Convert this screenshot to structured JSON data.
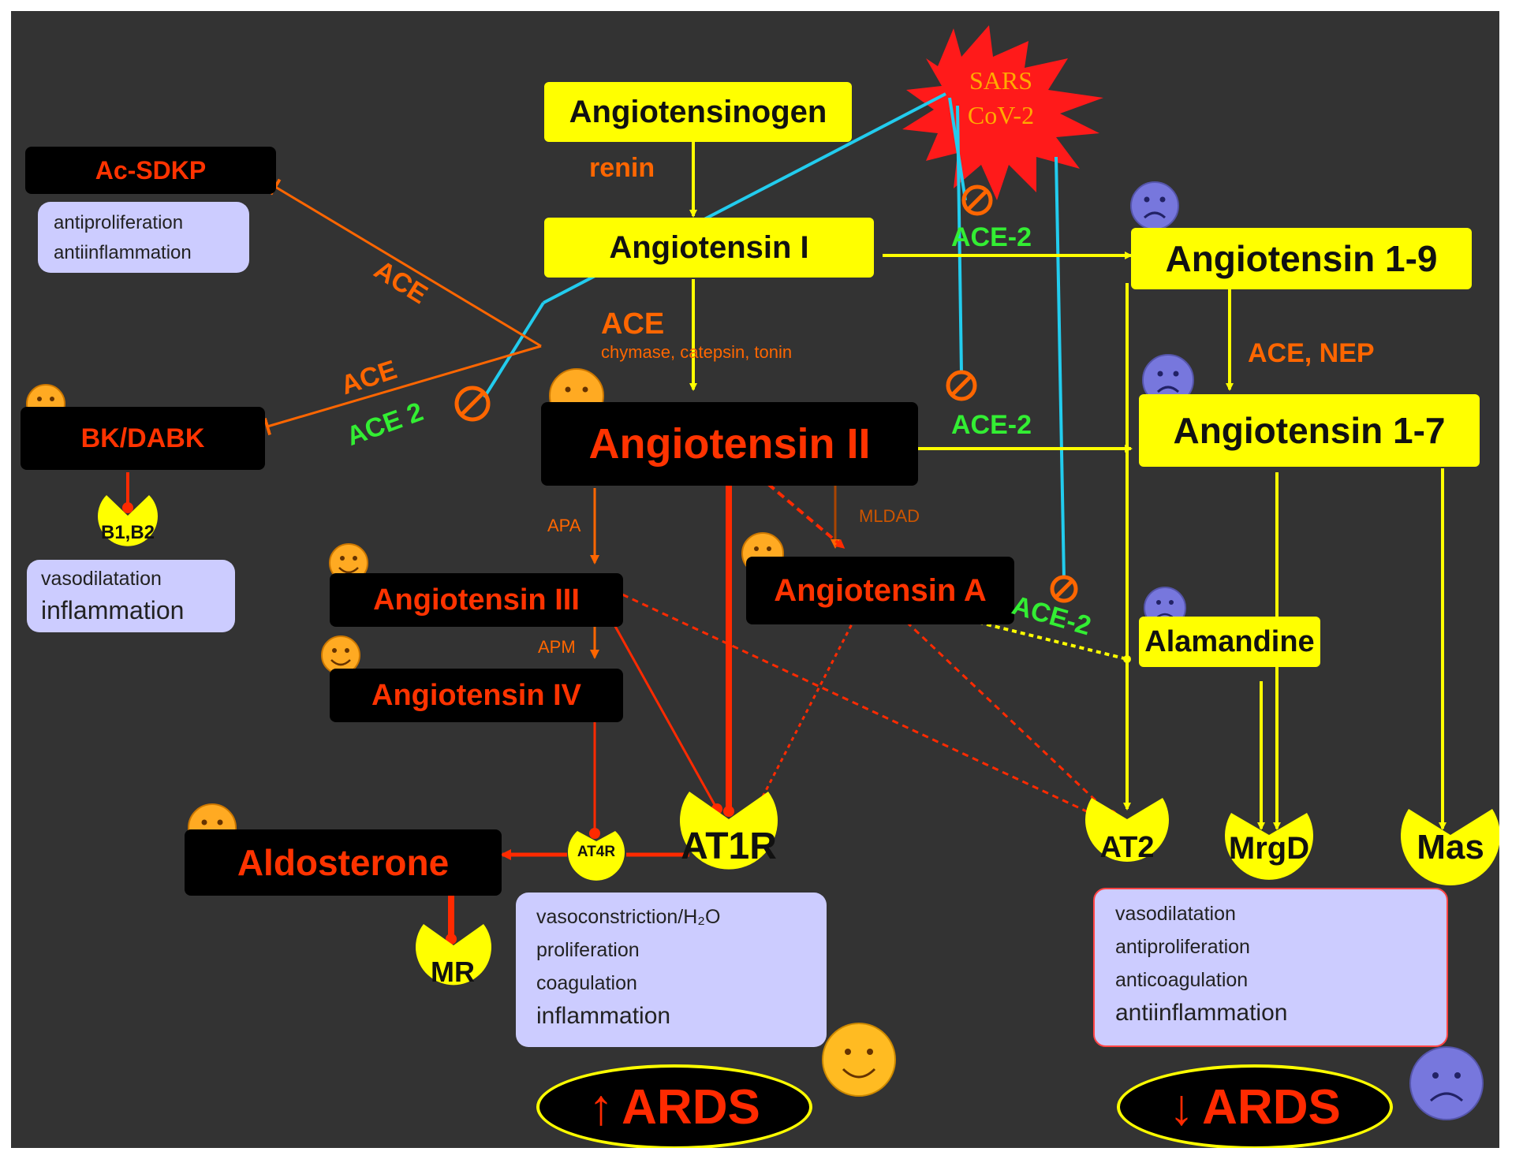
{
  "nodes": {
    "angiotensinogen": "Angiotensinogen",
    "angiotensin_i": "Angiotensin I",
    "angiotensin_ii": "Angiotensin II",
    "angiotensin_iii": "Angiotensin III",
    "angiotensin_iv": "Angiotensin IV",
    "angiotensin_a": "Angiotensin A",
    "angiotensin_1_9": "Angiotensin 1-9",
    "angiotensin_1_7": "Angiotensin 1-7",
    "alamandine": "Alamandine",
    "ac_sdkp": "Ac-SDKP",
    "bk_dabk": "BK/DABK",
    "aldosterone": "Aldosterone"
  },
  "virus": {
    "line1": "SARS",
    "line2": "CoV-2"
  },
  "enzymes": {
    "renin": "renin",
    "ace_main": "ACE",
    "ace_sub": "chymase, catepsin, tonin",
    "ace_upper": "ACE",
    "ace_lower": "ACE",
    "ace2_left": "ACE 2",
    "ace2_top": "ACE-2",
    "ace2_mid": "ACE-2",
    "ace2_low": "ACE-2",
    "ace_nep": "ACE, NEP",
    "apa": "APA",
    "apm": "APM",
    "mldad": "MLDAD"
  },
  "receptors": {
    "b1b2": "B1,B2",
    "at1r": "AT1R",
    "at4r": "AT4R",
    "mr": "MR",
    "at2": "AT2",
    "mrgd": "MrgD",
    "mas": "Mas"
  },
  "effects": {
    "ac_sdkp": [
      "antiproliferation",
      "antiinflammation"
    ],
    "bk": [
      "vasodilatation",
      "inflammation"
    ],
    "at1r": [
      "vasoconstriction/H₂O",
      "proliferation",
      "coagulation",
      "inflammation"
    ],
    "at2": [
      "vasodilatation",
      "antiproliferation",
      "anticoagulation",
      "antiinflammation"
    ]
  },
  "outcomes": {
    "left": {
      "arrow": "↑",
      "label": "ARDS"
    },
    "right": {
      "arrow": "↓",
      "label": "ARDS"
    }
  },
  "colors": {
    "background": "#333333",
    "yellow": "#ffff00",
    "red": "#ff2a00",
    "orange": "#ff6600",
    "cyan": "#22ccee",
    "green": "#33ee33",
    "lavender": "#ccccff",
    "happy_face": "#ffaa22",
    "sad_face": "#7777dd"
  },
  "icons": [
    "happy-face-icon",
    "sad-face-icon",
    "inhibition-icon",
    "virus-icon"
  ]
}
